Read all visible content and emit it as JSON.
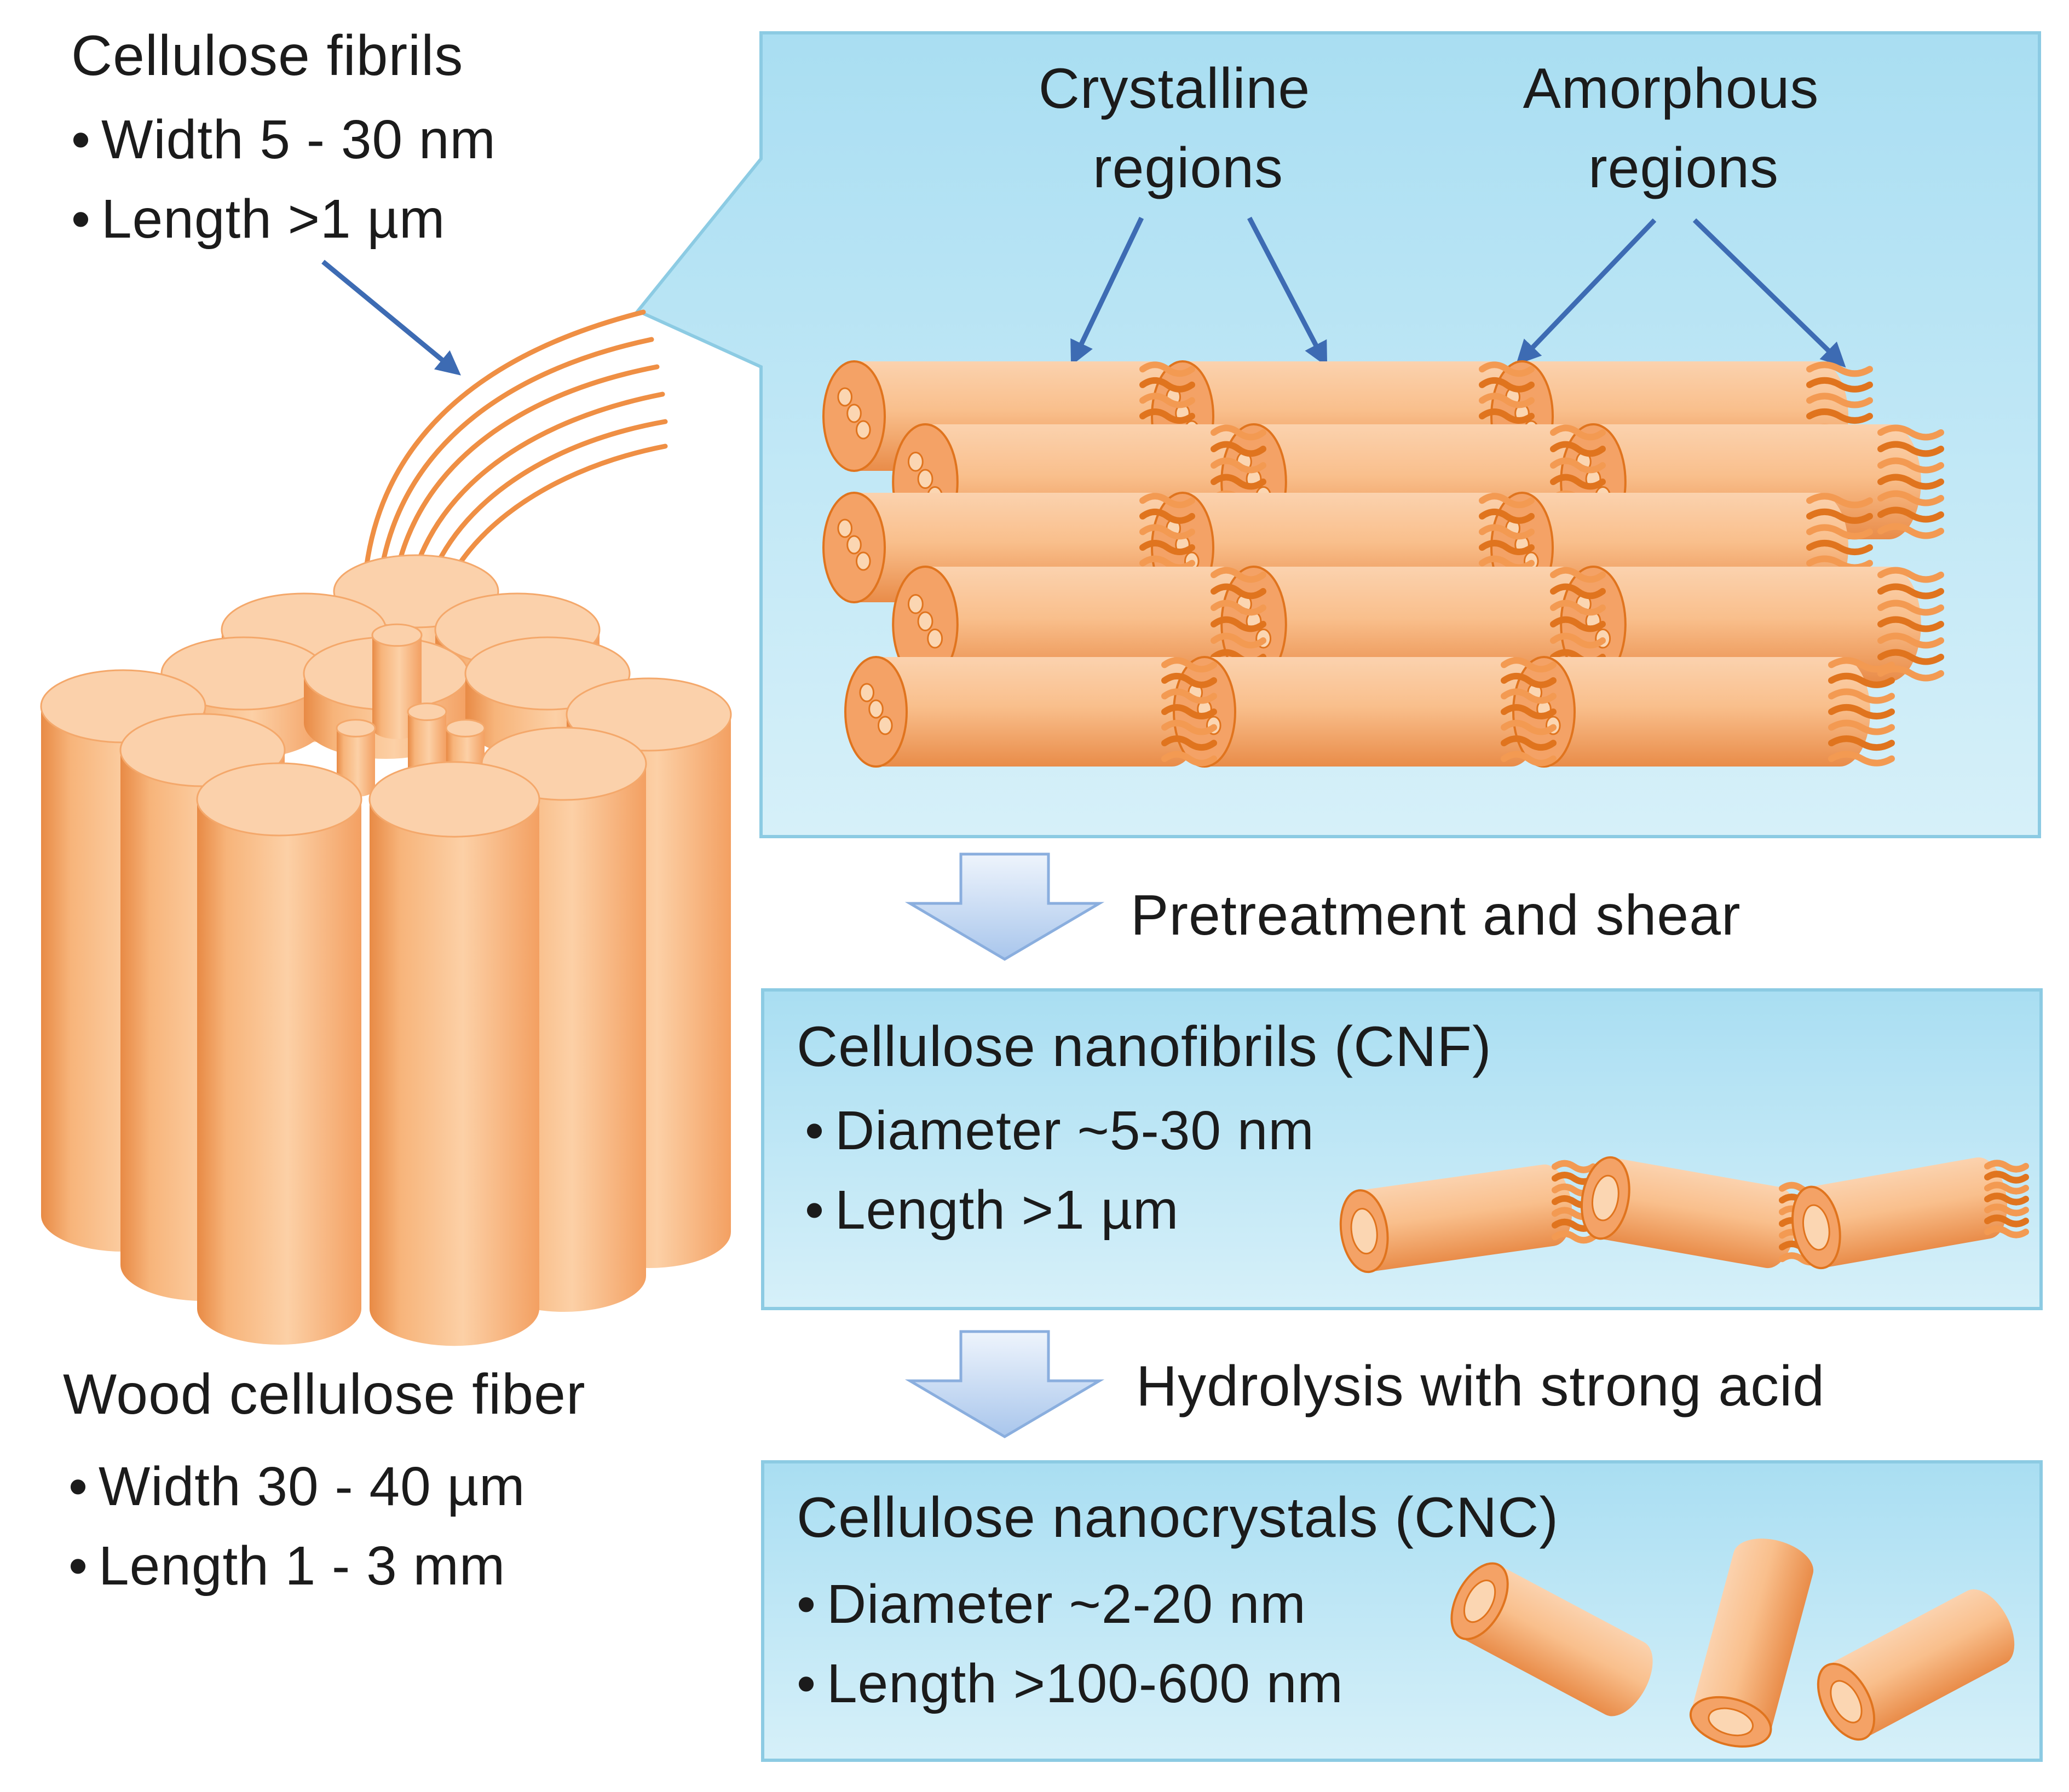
{
  "fibrils": {
    "title": "Cellulose  fibrils",
    "bullets": [
      "Width 5 - 30  nm",
      "Length  >1  µm"
    ]
  },
  "crystalline_label": [
    "Crystalline",
    "regions"
  ],
  "amorphous_label": [
    "Amorphous",
    "regions"
  ],
  "step1_label": "Pretreatment  and  shear",
  "cnf": {
    "title": "Cellulose  nanofibrils  (CNF)",
    "bullets": [
      "Diameter  ~5-30  nm",
      "Length  >1  µm"
    ]
  },
  "step2_label": "Hydrolysis  with  strong  acid",
  "cnc": {
    "title": "Cellulose  nanocrystals  (CNC)",
    "bullets": [
      "Diameter  ~2-20  nm",
      "Length  >100-600  nm"
    ]
  },
  "wood_fiber": {
    "title": "Wood  cellulose  fiber",
    "bullets": [
      "Width 30 - 40 µm",
      "Length  1 - 3 mm"
    ]
  },
  "bullet_glyph": "•",
  "colors": {
    "panel_fill": "#bfe7f4",
    "panel_border": "#8ccbe3",
    "fiber_fill": "#f8b77e",
    "fiber_dark": "#e0741e",
    "arrow_line": "#3d6bb3",
    "block_arrow": "#c7daf3"
  }
}
